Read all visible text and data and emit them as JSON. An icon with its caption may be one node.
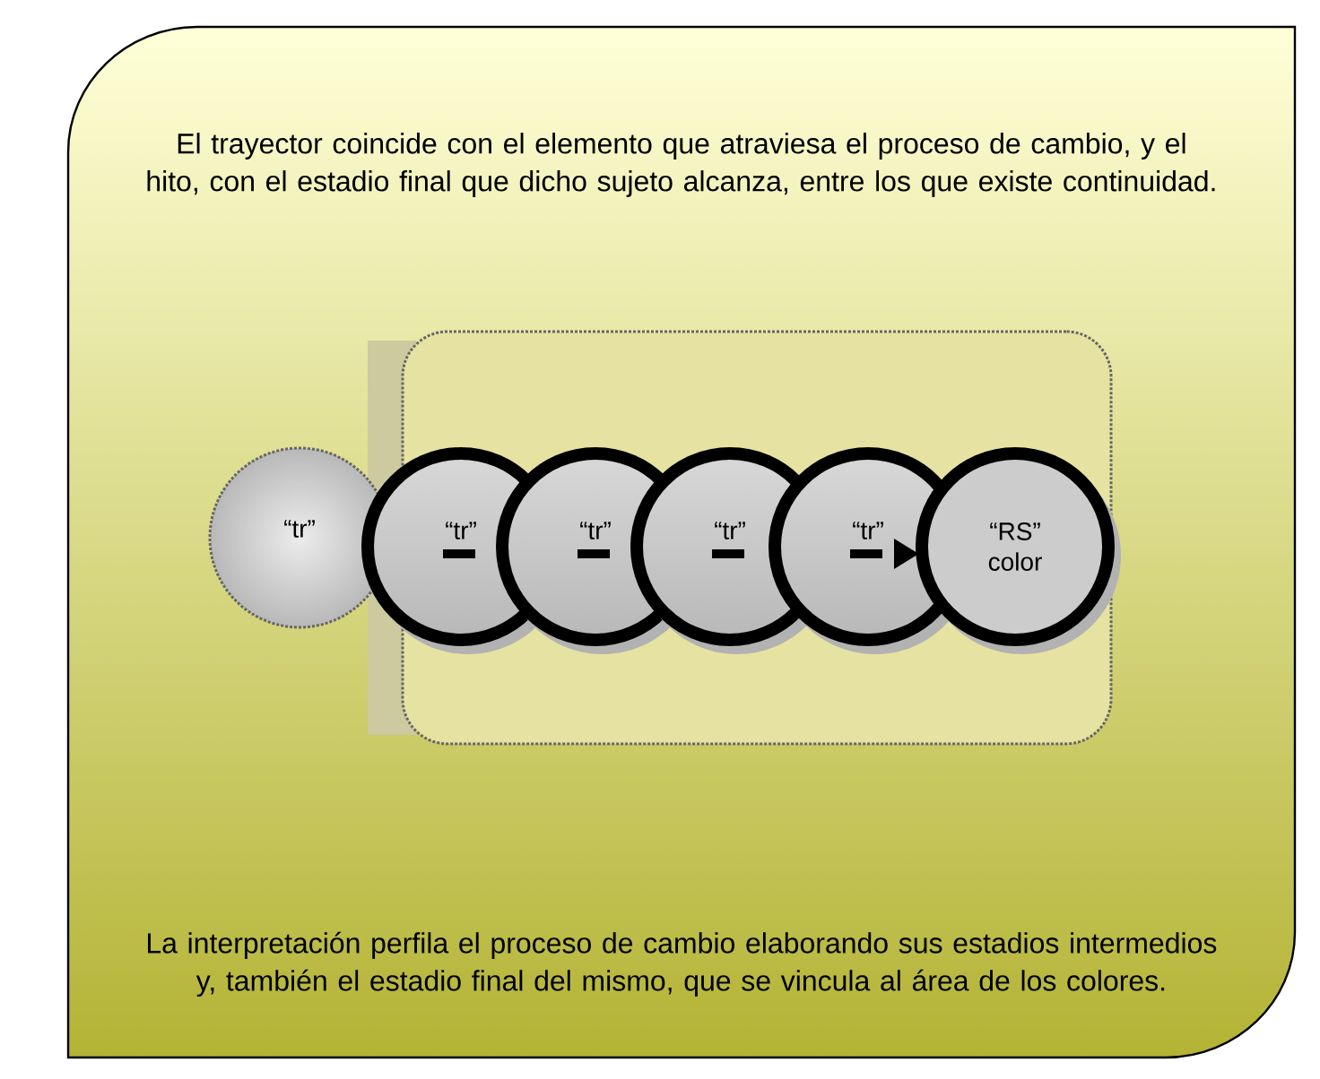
{
  "diagram": {
    "nodes": [
      {
        "text": [
          "El trayector coincide con el elemento que atraviesa el proceso de cambio, y el hito, con el estadio final que dicho sujeto alcanza, entre los que existe continuidad.",
          "La interpretación perfila el proceso de cambio elaborando sus estadios intermedios y, también el estadio final del mismo, que se vincula al área de los colores."
        ]
      },
      {
        "text": [],
        "shape": "box",
        "in": 0
      },
      {
        "text": [
          "“tr”"
        ],
        "in": 0
      },
      {
        "text": [
          "“tr”"
        ],
        "in": 1
      },
      {
        "text": [
          "“tr”"
        ],
        "in": 1
      },
      {
        "text": [
          "“tr”"
        ],
        "in": 1
      },
      {
        "text": [
          "“tr”"
        ],
        "in": 1
      },
      {
        "text": [
          "“RS” color"
        ],
        "in": 1
      }
    ],
    "edges": [
      {
        "from": 3,
        "to": 4,
        "arrow": "none",
        "style": "dashed"
      },
      {
        "from": 4,
        "to": 5,
        "arrow": "none",
        "style": "dashed"
      },
      {
        "from": 5,
        "to": 6,
        "arrow": "none",
        "style": "dashed"
      },
      {
        "from": 6,
        "to": 7,
        "arrow": "to",
        "style": "dashed"
      }
    ]
  }
}
